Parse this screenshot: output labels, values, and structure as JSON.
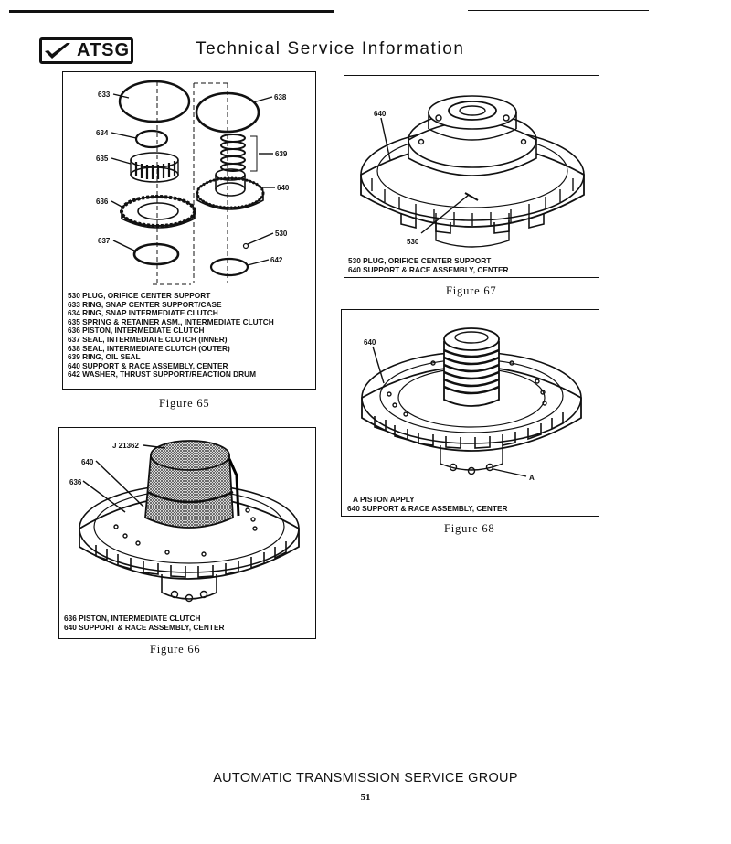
{
  "header": {
    "logo_text": "ATSG",
    "title": "Technical Service Information"
  },
  "figure65": {
    "caption": "Figure 65",
    "callouts": [
      "633",
      "638",
      "634",
      "639",
      "635",
      "640",
      "636",
      "530",
      "637",
      "642"
    ],
    "legend": [
      "530 PLUG, ORIFICE CENTER SUPPORT",
      "633 RING, SNAP CENTER SUPPORT/CASE",
      "634 RING, SNAP INTERMEDIATE CLUTCH",
      "635 SPRING & RETAINER ASM., INTERMEDIATE CLUTCH",
      "636 PISTON, INTERMEDIATE CLUTCH",
      "637 SEAL, INTERMEDIATE CLUTCH (INNER)",
      "638 SEAL, INTERMEDIATE CLUTCH (OUTER)",
      "639 RING, OIL SEAL",
      "640 SUPPORT & RACE ASSEMBLY, CENTER",
      "642 WASHER, THRUST SUPPORT/REACTION DRUM"
    ]
  },
  "figure66": {
    "caption": "Figure 66",
    "callouts": [
      "J 21362",
      "640",
      "636"
    ],
    "legend": [
      "636 PISTON, INTERMEDIATE CLUTCH",
      "640 SUPPORT & RACE ASSEMBLY, CENTER"
    ]
  },
  "figure67": {
    "caption": "Figure 67",
    "callouts": [
      "640",
      "530"
    ],
    "legend": [
      "530 PLUG, ORIFICE CENTER SUPPORT",
      "640 SUPPORT & RACE ASSEMBLY, CENTER"
    ]
  },
  "figure68": {
    "caption": "Figure 68",
    "callouts": [
      "640",
      "A"
    ],
    "legend": [
      "A PISTON APPLY",
      "640 SUPPORT & RACE ASSEMBLY, CENTER"
    ]
  },
  "footer": {
    "organization": "AUTOMATIC TRANSMISSION SERVICE GROUP",
    "page_number": "51"
  }
}
